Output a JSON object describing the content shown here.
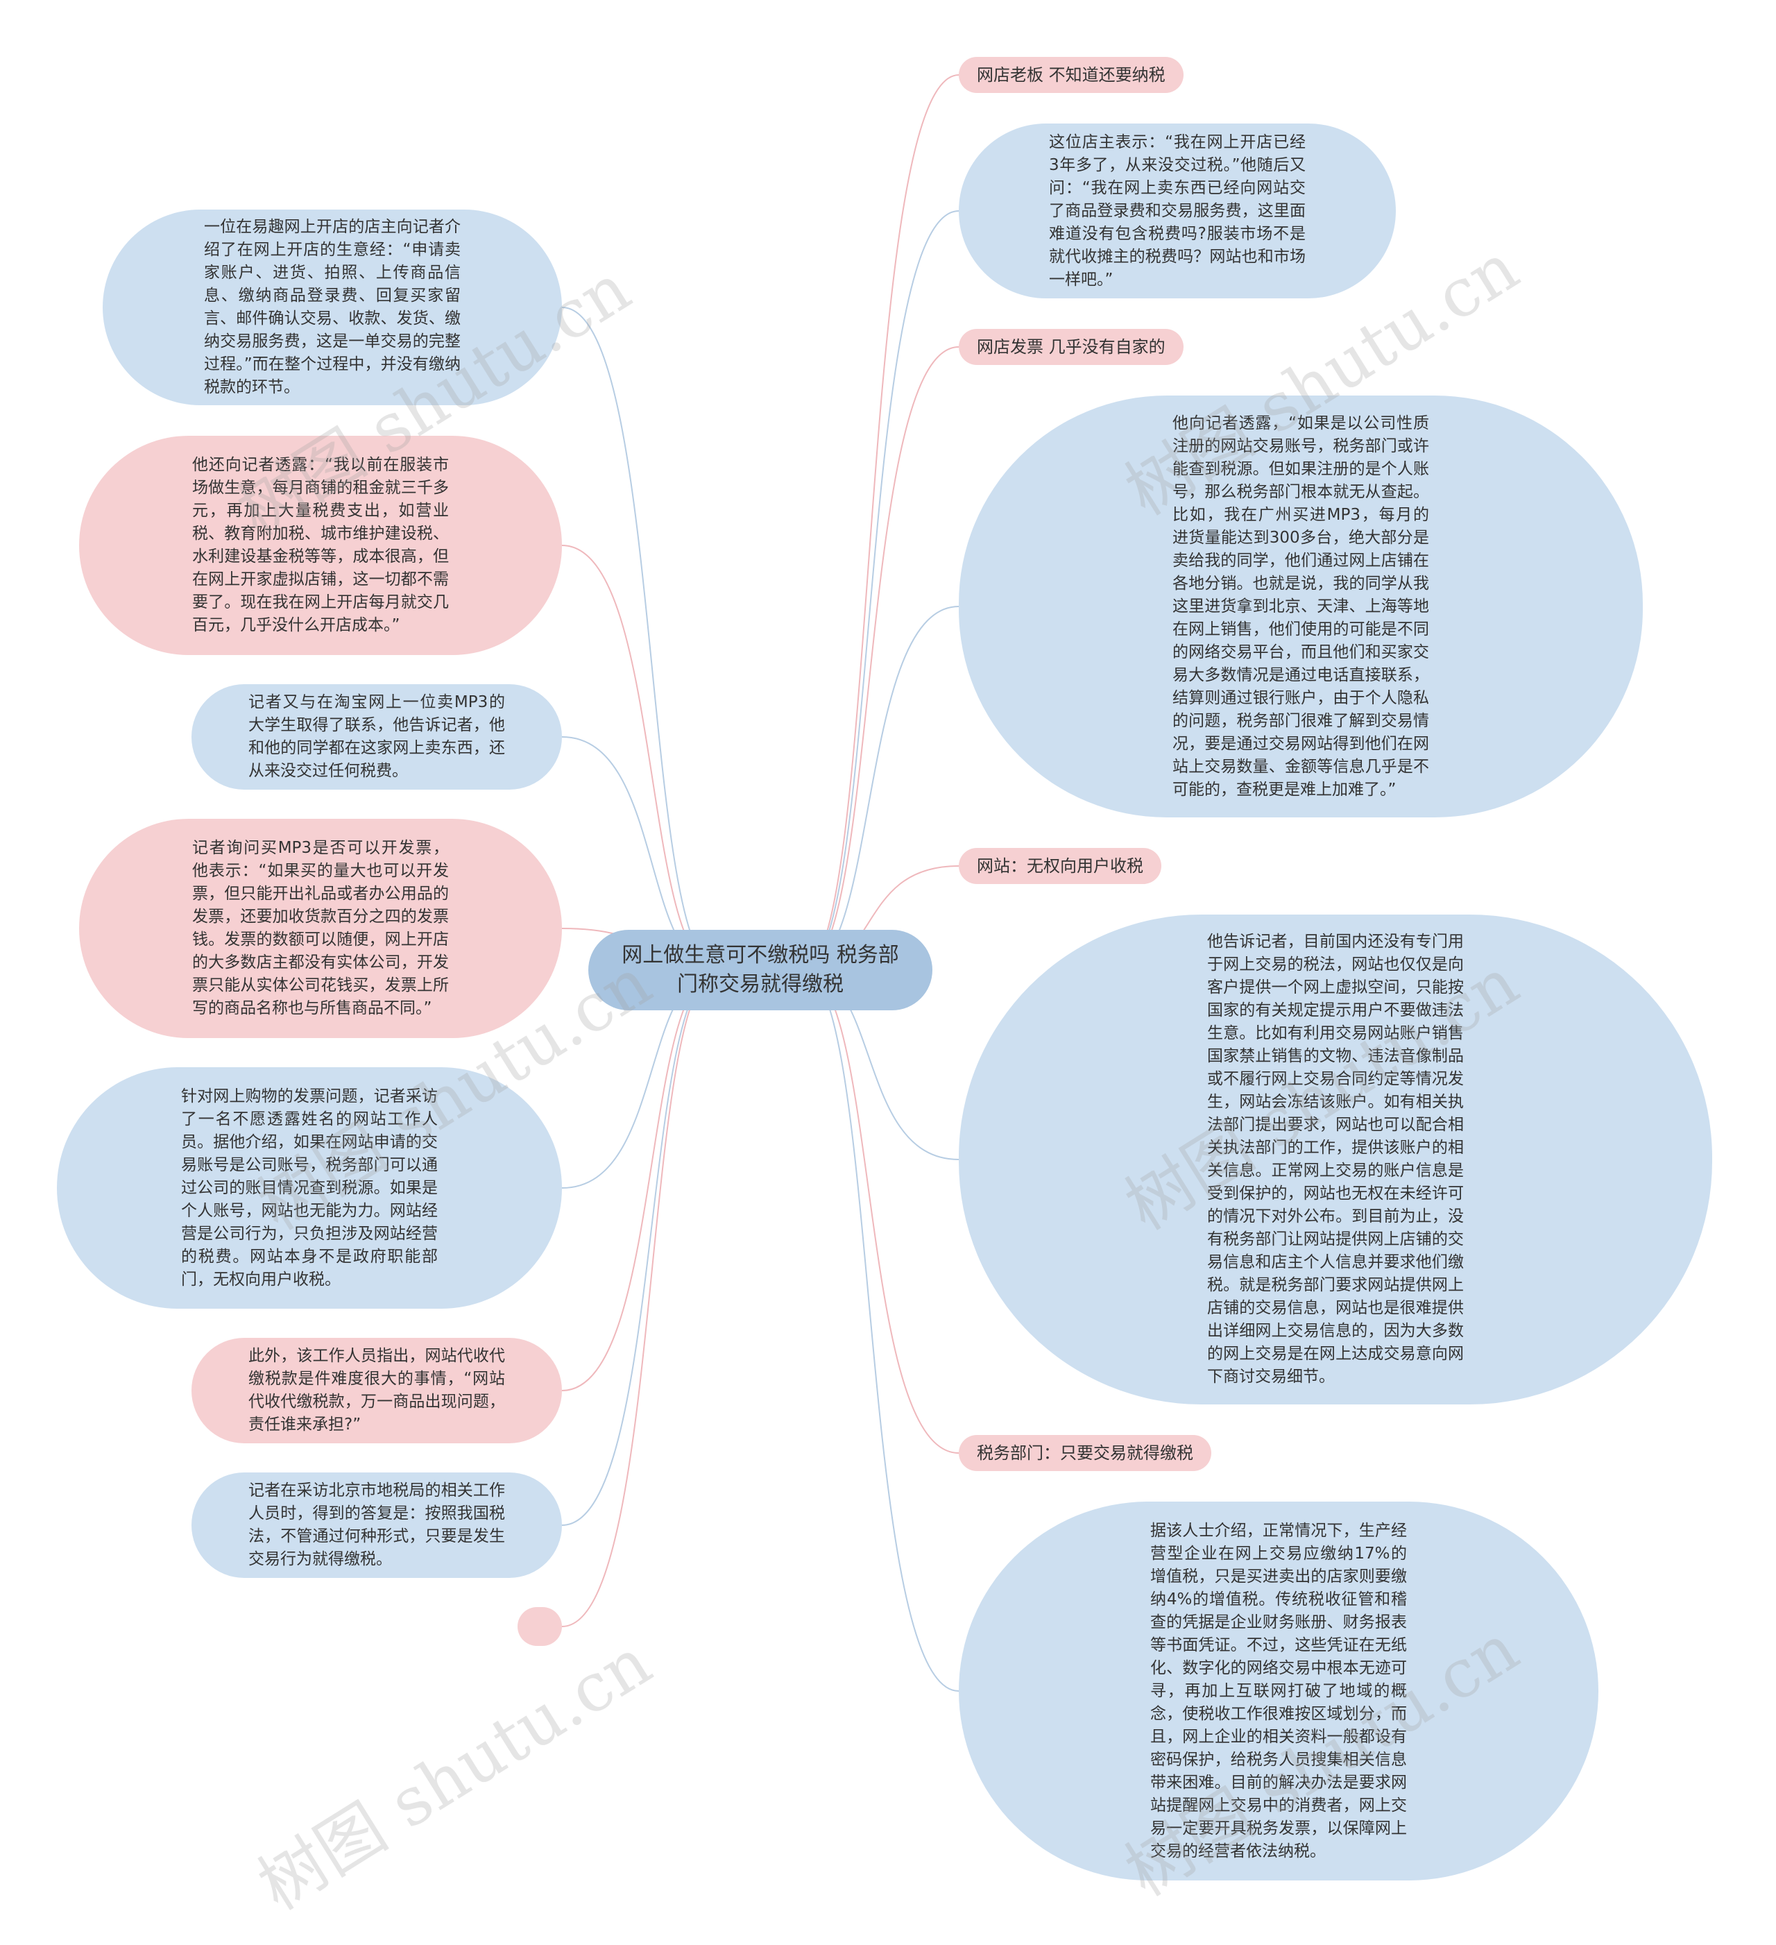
{
  "root": {
    "title": "网上做生意可不缴税吗 税务部门称交易就得缴税"
  },
  "right": {
    "label1": "网店老板 不知道还要纳税",
    "text1": "这位店主表示：“我在网上开店已经3年多了，从来没交过税。”他随后又问：“我在网上卖东西已经向网站交了商品登录费和交易服务费，这里面难道没有包含税费吗?服装市场不是就代收摊主的税费吗？网站也和市场一样吧。”",
    "label2": "网店发票 几乎没有自家的",
    "text2": "他向记者透露，“如果是以公司性质注册的网站交易账号，税务部门或许能查到税源。但如果注册的是个人账号，那么税务部门根本就无从查起。比如，我在广州买进MP3，每月的进货量能达到300多台，绝大部分是卖给我的同学，他们通过网上店铺在各地分销。也就是说，我的同学从我这里进货拿到北京、天津、上海等地在网上销售，他们使用的可能是不同的网络交易平台，而且他们和买家交易大多数情况是通过电话直接联系，结算则通过银行账户，由于个人隐私的问题，税务部门很难了解到交易情况，要是通过交易网站得到他们在网站上交易数量、金额等信息几乎是不可能的，查税更是难上加难了。”",
    "label3": "网站：无权向用户收税",
    "text3": "他告诉记者，目前国内还没有专门用于网上交易的税法，网站也仅仅是向客户提供一个网上虚拟空间，只能按国家的有关规定提示用户不要做违法生意。比如有利用交易网站账户销售国家禁止销售的文物、违法音像制品或不履行网上交易合同约定等情况发生，网站会冻结该账户。如有相关执法部门提出要求，网站也可以配合相关执法部门的工作，提供该账户的相关信息。正常网上交易的账户信息是受到保护的，网站也无权在未经许可的情况下对外公布。到目前为止，没有税务部门让网站提供网上店铺的交易信息和店主个人信息并要求他们缴税。就是税务部门要求网站提供网上店铺的交易信息，网站也是很难提供出详细网上交易信息的，因为大多数的网上交易是在网上达成交易意向网下商讨交易细节。",
    "label4": "税务部门：只要交易就得缴税",
    "text4": "据该人士介绍，正常情况下，生产经营型企业在网上交易应缴纳17%的增值税，只是买进卖出的店家则要缴纳4%的增值税。传统税收征管和稽查的凭据是企业财务账册、财务报表等书面凭证。不过，这些凭证在无纸化、数字化的网络交易中根本无迹可寻，再加上互联网打破了地域的概念，使税收工作很难按区域划分，而且，网上企业的相关资料一般都设有密码保护，给税务人员搜集相关信息带来困难。目前的解决办法是要求网站提醒网上交易中的消费者，网上交易一定要开具税务发票，以保障网上交易的经营者依法纳税。"
  },
  "left": {
    "t1": "一位在易趣网上开店的店主向记者介绍了在网上开店的生意经：“申请卖家账户、进货、拍照、上传商品信息、缴纳商品登录费、回复买家留言、邮件确认交易、收款、发货、缴纳交易服务费，这是一单交易的完整过程。”而在整个过程中，并没有缴纳税款的环节。",
    "t2": "他还向记者透露：“我以前在服装市场做生意，每月商铺的租金就三千多元，再加上大量税费支出，如营业税、教育附加税、城市维护建设税、水利建设基金税等等，成本很高，但在网上开家虚拟店铺，这一切都不需要了。现在我在网上开店每月就交几百元，几乎没什么开店成本。”",
    "t3": "记者又与在淘宝网上一位卖MP3的大学生取得了联系，他告诉记者，他和他的同学都在这家网上卖东西，还从来没交过任何税费。",
    "t4": "记者询问买MP3是否可以开发票，他表示：“如果买的量大也可以开发票，但只能开出礼品或者办公用品的发票，还要加收货款百分之四的发票钱。发票的数额可以随便，网上开店的大多数店主都没有实体公司，开发票只能从实体公司花钱买，发票上所写的商品名称也与所售商品不同。”",
    "t5": "针对网上购物的发票问题，记者采访了一名不愿透露姓名的网站工作人员。据他介绍，如果在网站申请的交易账号是公司账号，税务部门可以通过公司的账目情况查到税源。如果是个人账号，网站也无能为力。网站经营是公司行为，只负担涉及网站经营的税费。网站本身不是政府职能部门，无权向用户收税。",
    "t6": "此外，该工作人员指出，网站代收代缴税款是件难度很大的事情，“网站代收代缴税款，万一商品出现问题，责任谁来承担?”",
    "t7": "记者在采访北京市地税局的相关工作人员时，得到的答复是：按照我国税法，不管通过何种形式，只要是发生交易行为就得缴税。"
  },
  "watermark": "树图 shutu.cn",
  "colors": {
    "blue_node": "#cddff0",
    "pink_node": "#f6d0d2",
    "root": "#a8c4e0",
    "blue_line": "#b7cde3",
    "pink_line": "#efb8bc"
  }
}
